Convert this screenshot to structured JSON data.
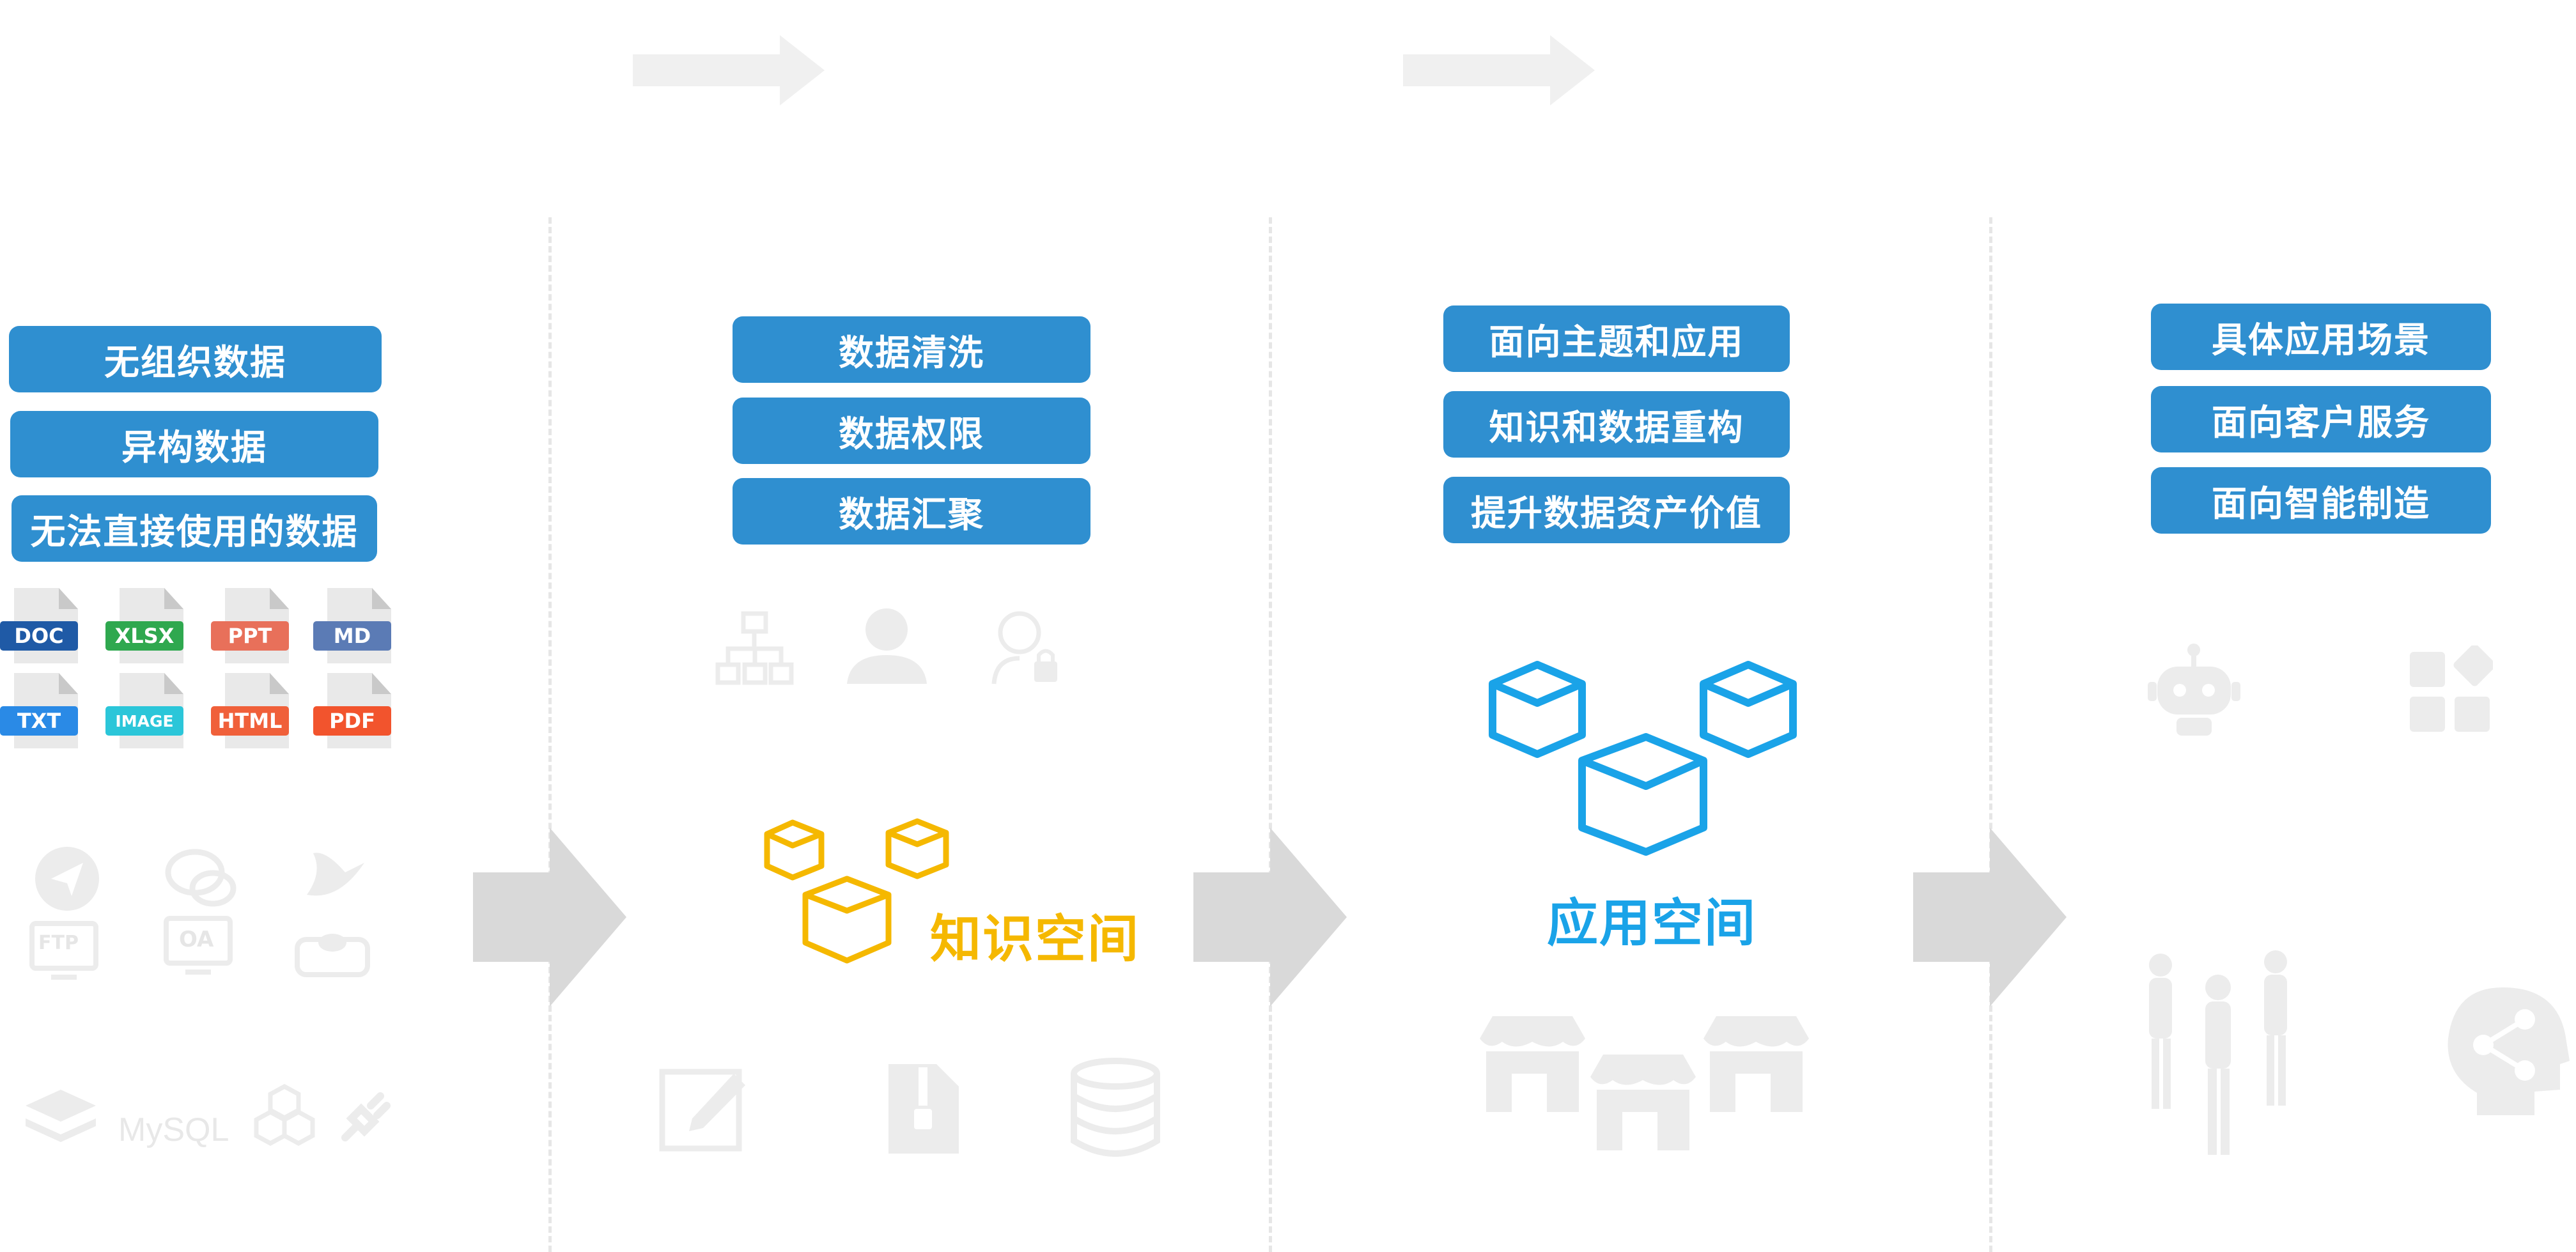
{
  "colors": {
    "pill_bg": "#2f8fd0",
    "knowledge": "#f5b800",
    "application": "#1aa3e8",
    "arrow": "#d9d9d9",
    "faint": "#ececec"
  },
  "col1": {
    "pills": [
      "无组织数据",
      "异构数据",
      "无法直接使用的数据"
    ],
    "files": [
      {
        "label": "DOC",
        "color": "#1f5aa6"
      },
      {
        "label": "XLSX",
        "color": "#2fa84f"
      },
      {
        "label": "PPT",
        "color": "#e8705a"
      },
      {
        "label": "MD",
        "color": "#5b7bb5"
      },
      {
        "label": "TXT",
        "color": "#2a8ae6"
      },
      {
        "label": "IMAGE",
        "color": "#2bc6d9"
      },
      {
        "label": "HTML",
        "color": "#f0603a"
      },
      {
        "label": "PDF",
        "color": "#f2542d"
      }
    ],
    "icons": [
      "paper-plane-icon",
      "chat-bubbles-icon",
      "bird-icon",
      "ftp-monitor-icon",
      "oa-monitor-icon",
      "cloud-drive-icon",
      "database-stack-icon",
      "mysql-logo-icon",
      "hexagon-cluster-icon",
      "plug-icon"
    ],
    "ftp_label": "FTP",
    "oa_label": "OA",
    "mysql_label": "MySQL"
  },
  "col2": {
    "pills": [
      "数据清洗",
      "数据权限",
      "数据汇聚"
    ],
    "icons": [
      "org-chart-icon",
      "user-icon",
      "user-lock-icon",
      "edit-icon",
      "zip-file-icon",
      "database-icon"
    ],
    "cube_label": "知识空间"
  },
  "col3": {
    "pills": [
      "面向主题和应用",
      "知识和数据重构",
      "提升数据资产价值"
    ],
    "icons": [
      "store-icon",
      "store-icon",
      "store-icon"
    ],
    "cube_label": "应用空间"
  },
  "col4": {
    "pills": [
      "具体应用场景",
      "面向客户服务",
      "面向智能制造"
    ],
    "icons": [
      "robot-icon",
      "apps-grid-icon",
      "mannequins-icon",
      "brain-share-icon"
    ]
  }
}
